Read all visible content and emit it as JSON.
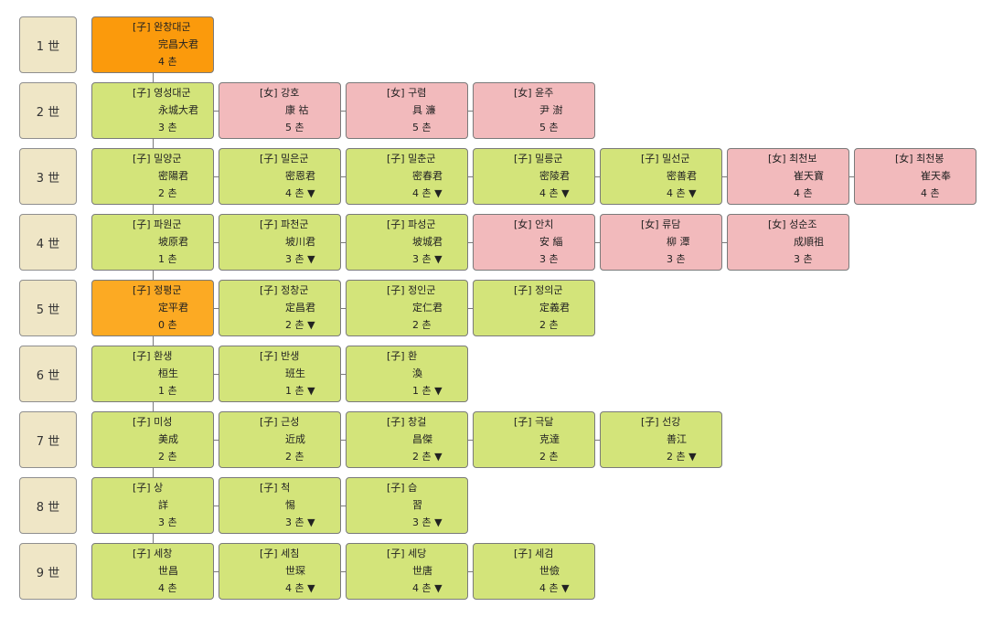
{
  "rows": [
    {
      "gen": "1 世",
      "cards": [
        {
          "line1": "[子] 완창대군",
          "line2": "完昌大君",
          "line3": "4 촌",
          "color": "orange"
        }
      ]
    },
    {
      "gen": "2 世",
      "cards": [
        {
          "line1": "[子] 영성대군",
          "line2": "永城大君",
          "line3": "3 촌",
          "color": "green"
        },
        {
          "line1": "[女] 강호",
          "line2": "康 祜",
          "line3": "5 촌",
          "color": "pink"
        },
        {
          "line1": "[女] 구렴",
          "line2": "具 濂",
          "line3": "5 촌",
          "color": "pink"
        },
        {
          "line1": "[女] 윤주",
          "line2": "尹 澍",
          "line3": "5 촌",
          "color": "pink"
        }
      ]
    },
    {
      "gen": "3 世",
      "cards": [
        {
          "line1": "[子] 밀양군",
          "line2": "密陽君",
          "line3": "2 촌",
          "color": "green"
        },
        {
          "line1": "[子] 밀은군",
          "line2": "密恩君",
          "line3": "4 촌 ▼",
          "color": "green"
        },
        {
          "line1": "[子] 밀춘군",
          "line2": "密春君",
          "line3": "4 촌 ▼",
          "color": "green"
        },
        {
          "line1": "[子] 밀릉군",
          "line2": "密陵君",
          "line3": "4 촌 ▼",
          "color": "green"
        },
        {
          "line1": "[子] 밀선군",
          "line2": "密善君",
          "line3": "4 촌 ▼",
          "color": "green"
        },
        {
          "line1": "[女] 최천보",
          "line2": "崔天寶",
          "line3": "4 촌",
          "color": "pink"
        },
        {
          "line1": "[女] 최천봉",
          "line2": "崔天奉",
          "line3": "4 촌",
          "color": "pink"
        }
      ]
    },
    {
      "gen": "4 世",
      "cards": [
        {
          "line1": "[子] 파원군",
          "line2": "坡原君",
          "line3": "1 촌",
          "color": "green"
        },
        {
          "line1": "[子] 파천군",
          "line2": "坡川君",
          "line3": "3 촌 ▼",
          "color": "green"
        },
        {
          "line1": "[子] 파성군",
          "line2": "坡城君",
          "line3": "3 촌 ▼",
          "color": "green"
        },
        {
          "line1": "[女] 안치",
          "line2": "安 緇",
          "line3": "3 촌",
          "color": "pink"
        },
        {
          "line1": "[女] 류담",
          "line2": "柳 潭",
          "line3": "3 촌",
          "color": "pink"
        },
        {
          "line1": "[女] 성순조",
          "line2": "成順祖",
          "line3": "3 촌",
          "color": "pink"
        }
      ]
    },
    {
      "gen": "5 世",
      "cards": [
        {
          "line1": "[子] 정평군",
          "line2": "定平君",
          "line3": "0 촌",
          "color": "orange2"
        },
        {
          "line1": "[子] 정창군",
          "line2": "定昌君",
          "line3": "2 촌 ▼",
          "color": "green"
        },
        {
          "line1": "[子] 정인군",
          "line2": "定仁君",
          "line3": "2 촌",
          "color": "green"
        },
        {
          "line1": "[子] 정의군",
          "line2": "定義君",
          "line3": "2 촌",
          "color": "green"
        }
      ]
    },
    {
      "gen": "6 世",
      "cards": [
        {
          "line1": "[子] 환생",
          "line2": "桓生",
          "line3": "1 촌",
          "color": "green"
        },
        {
          "line1": "[子] 반생",
          "line2": "班生",
          "line3": "1 촌 ▼",
          "color": "green"
        },
        {
          "line1": "[子] 환",
          "line2": "渙",
          "line3": "1 촌 ▼",
          "color": "green"
        }
      ]
    },
    {
      "gen": "7 世",
      "cards": [
        {
          "line1": "[子] 미성",
          "line2": "美成",
          "line3": "2 촌",
          "color": "green"
        },
        {
          "line1": "[子] 근성",
          "line2": "近成",
          "line3": "2 촌",
          "color": "green"
        },
        {
          "line1": "[子] 창걸",
          "line2": "昌傑",
          "line3": "2 촌 ▼",
          "color": "green"
        },
        {
          "line1": "[子] 극달",
          "line2": "克達",
          "line3": "2 촌",
          "color": "green"
        },
        {
          "line1": "[子] 선강",
          "line2": "善江",
          "line3": "2 촌 ▼",
          "color": "green"
        }
      ]
    },
    {
      "gen": "8 世",
      "cards": [
        {
          "line1": "[子] 상",
          "line2": "詳",
          "line3": "3 촌",
          "color": "green"
        },
        {
          "line1": "[子] 척",
          "line2": "惕",
          "line3": "3 촌 ▼",
          "color": "green"
        },
        {
          "line1": "[子] 습",
          "line2": "習",
          "line3": "3 촌 ▼",
          "color": "green"
        }
      ]
    },
    {
      "gen": "9 世",
      "cards": [
        {
          "line1": "[子] 세창",
          "line2": "世昌",
          "line3": "4 촌",
          "color": "green"
        },
        {
          "line1": "[子] 세침",
          "line2": "世琛",
          "line3": "4 촌 ▼",
          "color": "green"
        },
        {
          "line1": "[子] 세당",
          "line2": "世唐",
          "line3": "4 촌 ▼",
          "color": "green"
        },
        {
          "line1": "[子] 세검",
          "line2": "世儉",
          "line3": "4 촌 ▼",
          "color": "green"
        }
      ]
    }
  ]
}
